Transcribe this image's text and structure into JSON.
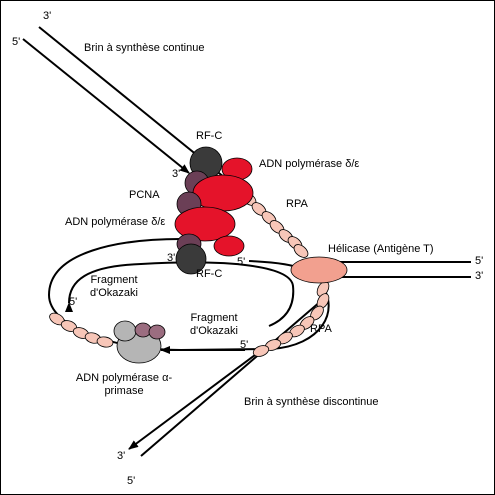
{
  "labels": {
    "lead_top_3": "3'",
    "lead_top_5": "5'",
    "leading_strand": "Brin à synthèse continue",
    "rfc_top": "RF-C",
    "pol_delta_top": "ADN polymérase δ/ε",
    "end_3_top": "3'",
    "pcna": "PCNA",
    "rpa_top": "RPA",
    "pol_delta_left": "ADN polymérase δ/ε",
    "helicase": "Hélicase (Antigène T)",
    "end_3_mid": "3'",
    "end_5_mid": "5'",
    "rfc_bottom": "RF-C",
    "right_5": "5'",
    "right_3": "3'",
    "okazaki_upper": "Fragment\nd'Okazaki",
    "loop_5": "5'",
    "okazaki_lower": "Fragment\nd'Okazaki",
    "rpa_right": "RPA",
    "end_5_lower": "5'",
    "primase": "ADN polymérase α-\nprimase",
    "lagging_strand": "Brin à synthèse discontinue",
    "bottom_3": "3'",
    "bottom_5": "5'"
  },
  "colors": {
    "red": "#e5132a",
    "dark_grey": "#3a3a3a",
    "plum": "#6b3f56",
    "salmon": "#f2a08f",
    "rpa_fill": "#f7c6b8",
    "primase_grey": "#b5b5b5",
    "primase_mauve": "#9b6d80"
  }
}
